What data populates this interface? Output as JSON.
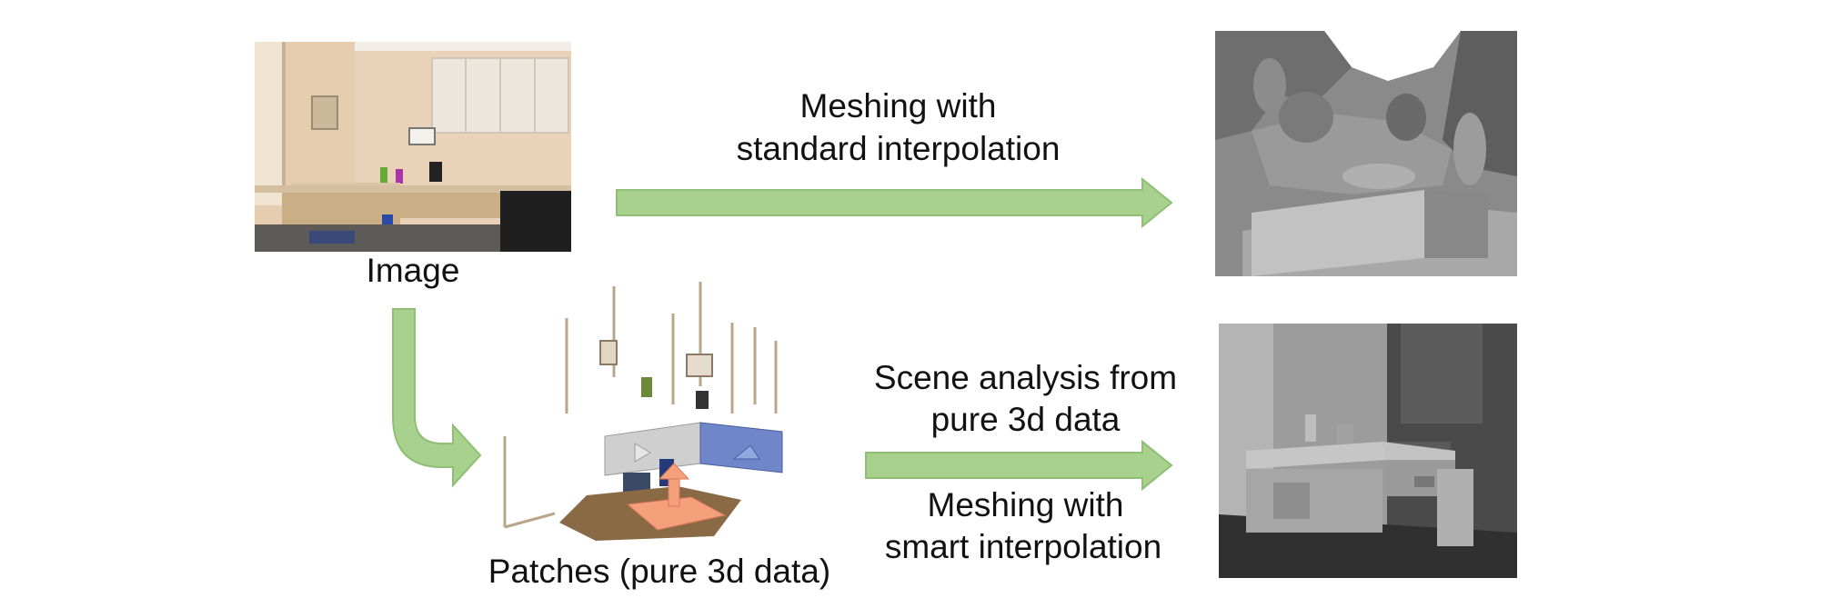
{
  "labels": {
    "image": "Image",
    "patches": "Patches (pure 3d data)",
    "top_arrow_line1": "Meshing with",
    "top_arrow_line2": "standard interpolation",
    "bottom_above_line1": "Scene analysis from",
    "bottom_above_line2": "pure 3d data",
    "bottom_below_line1": "Meshing with",
    "bottom_below_line2": "smart interpolation"
  },
  "colors": {
    "arrow_fill": "#a9d18e",
    "arrow_stroke": "#8fbf74",
    "patch_gray": "#c8c8c8",
    "patch_blue": "#6f86c9",
    "patch_orange": "#f4a07a"
  },
  "icons": {
    "photo": "kitchen-photo",
    "pointcloud": "kitchen-pointcloud",
    "mesh_standard": "kitchen-mesh-standard",
    "mesh_smart": "kitchen-mesh-smart"
  }
}
